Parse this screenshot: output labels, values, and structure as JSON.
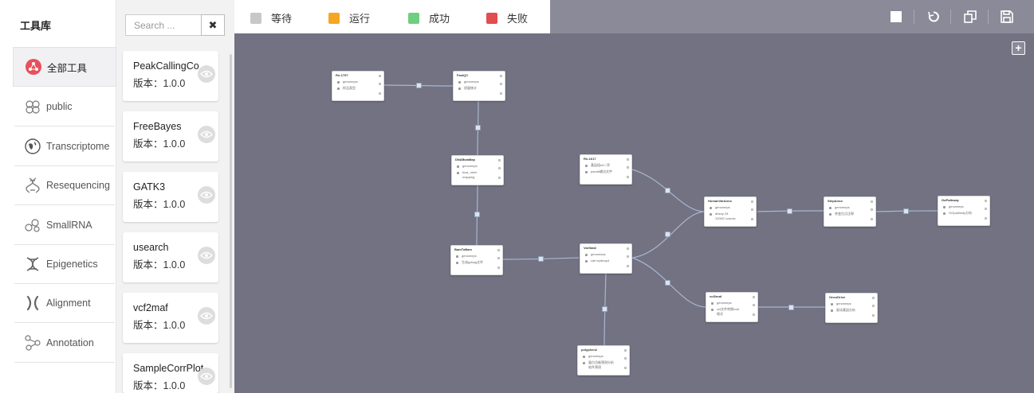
{
  "sidebar": {
    "title": "工具库",
    "items": [
      {
        "label": "全部工具",
        "icon": "all-tools-icon"
      },
      {
        "label": "public",
        "icon": "cells-icon"
      },
      {
        "label": "Transcriptome",
        "icon": "globe-icon"
      },
      {
        "label": "Resequencing",
        "icon": "dna-icon"
      },
      {
        "label": "SmallRNA",
        "icon": "molecule-icon"
      },
      {
        "label": "Epigenetics",
        "icon": "helix-icon"
      },
      {
        "label": "Alignment",
        "icon": "chromosome-icon"
      },
      {
        "label": "Annotation",
        "icon": "network-icon"
      }
    ]
  },
  "tools": {
    "search_placeholder": "Search ...",
    "clear_label": "✖",
    "items": [
      {
        "name": "PeakCallingCo",
        "version": "版本：1.0.0"
      },
      {
        "name": "FreeBayes",
        "version": "版本：1.0.0"
      },
      {
        "name": "GATK3",
        "version": "版本：1.0.0"
      },
      {
        "name": "usearch",
        "version": "版本：1.0.0"
      },
      {
        "name": "vcf2maf",
        "version": "版本：1.0.0"
      },
      {
        "name": "SampleCorrPlot",
        "version": "版本：1.0.0"
      }
    ]
  },
  "legend": [
    {
      "label": "等待",
      "color": "#c8c8c8"
    },
    {
      "label": "运行",
      "color": "#f5a623"
    },
    {
      "label": "成功",
      "color": "#6fcf80"
    },
    {
      "label": "失败",
      "color": "#e04e4e"
    }
  ],
  "toolbar": {
    "buttons": [
      "stop-icon",
      "undo-icon",
      "copy-icon",
      "save-icon"
    ]
  },
  "zoom_label": "+",
  "workflow": {
    "nodes": [
      {
        "id": "n1",
        "title": "Rn-1797",
        "lines": [
          "genomeps",
          "样品类型"
        ]
      },
      {
        "id": "n2",
        "title": "FastQC",
        "lines": [
          "genomeps",
          "质量统计"
        ]
      },
      {
        "id": "n3",
        "title": "DNABwaMap",
        "lines": [
          "genomeps",
          "bwa_mem",
          "mapping"
        ]
      },
      {
        "id": "n4",
        "title": "Rn-1617",
        "lines": [
          "基因组ref / 序",
          "panda输出文件"
        ]
      },
      {
        "id": "n5",
        "title": "BamToBam",
        "lines": [
          "genomeps",
          "生成gdbag文件"
        ]
      },
      {
        "id": "n6",
        "title": "VarStat2",
        "lines": [
          "genomeps",
          "call mpileup4"
        ]
      },
      {
        "id": "n7",
        "title": "HumanVarAnno",
        "lines": [
          "genomeps",
          "dbsnp 34",
          "1000G cosmic"
        ]
      },
      {
        "id": "n8",
        "title": "StepAnno",
        "lines": [
          "genomeps",
          "突变位点注释"
        ]
      },
      {
        "id": "n9",
        "title": "GoPathway",
        "lines": [
          "genomeps",
          "GOpathway分析"
        ]
      },
      {
        "id": "n10",
        "title": "vcf2maf",
        "lines": [
          "genomeps",
          "vcf文件转换maf",
          "格式"
        ]
      },
      {
        "id": "n11",
        "title": "OncoDrive",
        "lines": [
          "genomeps",
          "驱动基因分析"
        ]
      },
      {
        "id": "n12",
        "title": "polyphen2",
        "lines": [
          "genomeps",
          "蛋白功能预测分析",
          "软件预测"
        ]
      }
    ]
  }
}
